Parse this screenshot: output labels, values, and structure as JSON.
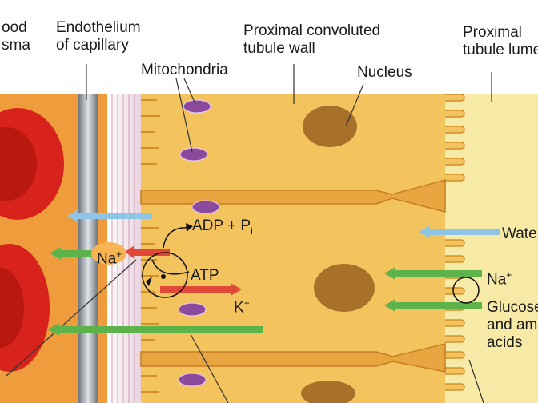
{
  "labels": {
    "blood_plasma": [
      "ood",
      "sma"
    ],
    "endothelium": [
      "Endothelium",
      "of capillary"
    ],
    "tubule_wall": [
      "Proximal convoluted",
      "tubule wall"
    ],
    "tubule_lumen": [
      "Proximal",
      "tubule lume"
    ],
    "mitochondria": "Mitochondria",
    "nucleus": "Nucleus",
    "adp": "ADP + P",
    "adp_sub": "i",
    "na_left": "Na",
    "na_left_sup": "+",
    "atp": "ATP",
    "k": "K",
    "k_sup": "+",
    "water": "Water",
    "na_right": "Na",
    "na_right_sup": "+",
    "glucose": [
      "Glucose",
      "and ami",
      "acids"
    ]
  },
  "colors": {
    "blood": "#d8231c",
    "plasma_bg": "#ef9c3c",
    "tubule_cell": "#f3c35e",
    "lumen": "#f7e9a6",
    "nucleus": "#a8712a",
    "mitochondria": "#8b4a9c",
    "water_arrow": "#8ec5e6",
    "sodium_arrow": "#5db24a",
    "potassium_arrow": "#e0483a",
    "endothelium": "#9aa0a8"
  }
}
